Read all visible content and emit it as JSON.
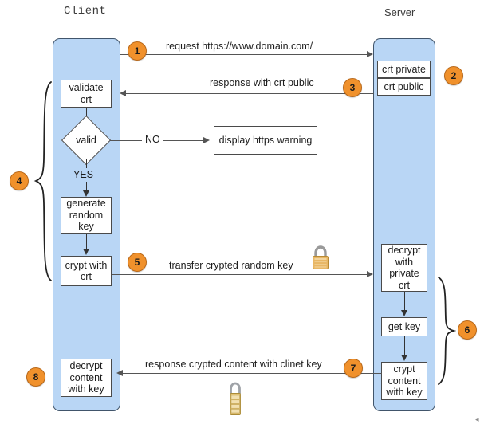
{
  "diagram": {
    "title_client": "Client",
    "title_server": "Server",
    "accent_orange": "#f0912c",
    "lane_fill": "#b9d6f5",
    "lane_border": "#41556b"
  },
  "badges": {
    "s1": "1",
    "s2": "2",
    "s3": "3",
    "s4": "4",
    "s5": "5",
    "s6": "6",
    "s7": "7",
    "s8": "8"
  },
  "client_nodes": {
    "validate_crt_l1": "validate",
    "validate_crt_l2": "crt",
    "decision": "valid",
    "decision_yes": "YES",
    "decision_no": "NO",
    "generate_l1": "generate",
    "generate_l2": "random",
    "generate_l3": "key",
    "crypt_with_crt_l1": "crypt with",
    "crypt_with_crt_l2": "crt",
    "decrypt_content_l1": "decrypt",
    "decrypt_content_l2": "content",
    "decrypt_content_l3": "with key"
  },
  "external_nodes": {
    "https_warning": "display https warning"
  },
  "server_nodes": {
    "crt_private": "crt private",
    "crt_public": "crt public",
    "decrypt_l1": "decrypt",
    "decrypt_l2": "with",
    "decrypt_l3": "private",
    "decrypt_l4": "crt",
    "get_key": "get key",
    "crypt_content_l1": "crypt",
    "crypt_content_l2": "content",
    "crypt_content_l3": "with key"
  },
  "messages": {
    "m1": "request https://www.domain.com/",
    "m3": "response with crt public",
    "m5": "transfer crypted random key",
    "m7": "response crypted content with clinet key"
  },
  "icons": {
    "lock_transfer": "padlock-closed-icon",
    "lock_bottom": "combination-padlock-icon"
  }
}
